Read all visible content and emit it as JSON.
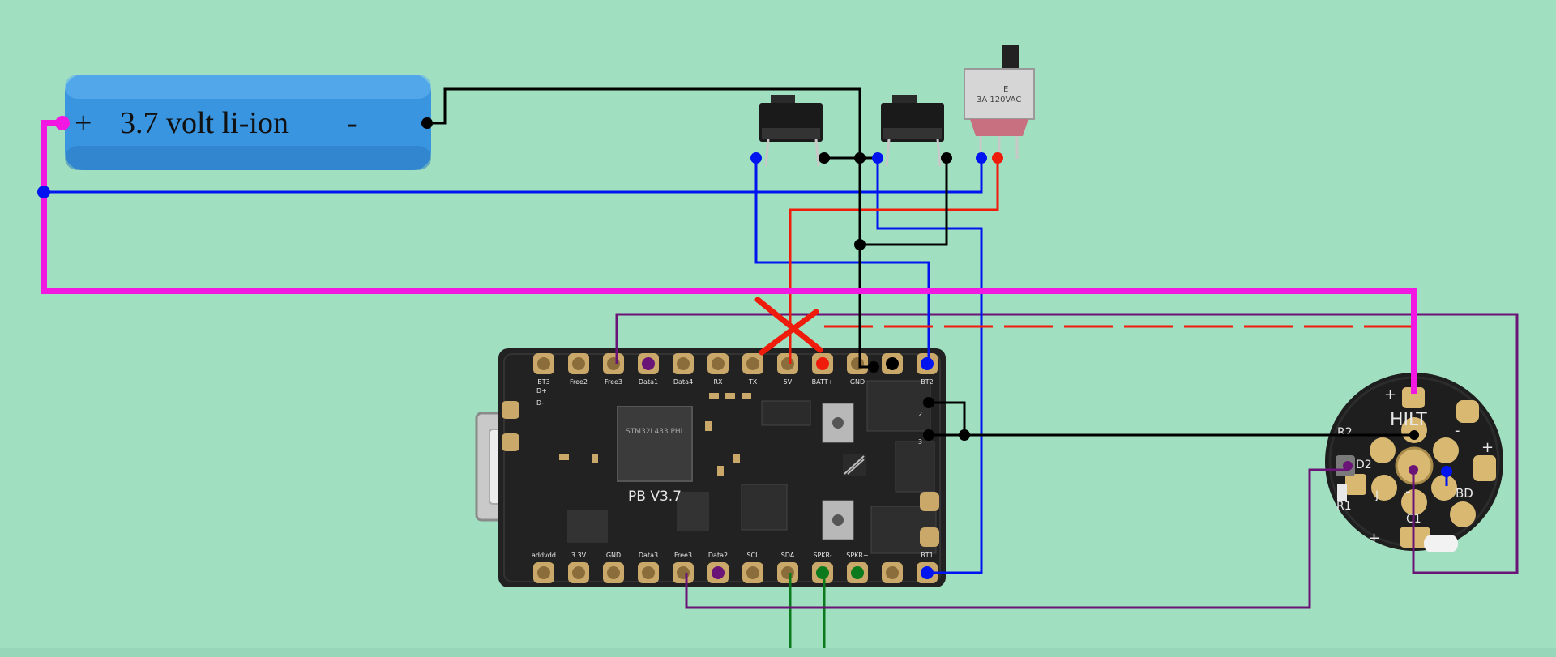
{
  "battery": {
    "plus": "+",
    "label": "3.7 volt li-ion",
    "minus": "-"
  },
  "slide_switch": {
    "marking_line1": "E",
    "marking_line2": "3A 120VAC"
  },
  "board": {
    "model": "PB V3.7",
    "top_pins": [
      "BT3",
      "Free2",
      "Free3",
      "Data1",
      "Data4",
      "RX",
      "TX",
      "5V",
      "BATT+",
      "GND",
      "",
      "BT2"
    ],
    "bottom_pins": [
      "addvdd",
      "3.3V",
      "GND",
      "Data3",
      "Free3",
      "Data2",
      "SCL",
      "SDA",
      "SPKR-",
      "SPKR+",
      "",
      "BT1"
    ],
    "left_pins": [
      "D+",
      "D-"
    ],
    "side_numbers": [
      "2",
      "3"
    ],
    "chip_text": "STM32L433 PHL"
  },
  "hilt": {
    "label": "HILT",
    "marks": [
      "+",
      "-",
      "+",
      "-",
      "+",
      "R2",
      "D2",
      "R1",
      "J",
      "C1",
      "BD"
    ]
  },
  "colors": {
    "background": "#a1dfc1",
    "wire_black": "#000000",
    "wire_blue": "#0014ef",
    "wire_red": "#ef1c0c",
    "wire_magenta": "#f218e2",
    "wire_purple": "#6a1478",
    "wire_green": "#0a7a1c",
    "battery_body": "#3a95e0",
    "pcb": "#222222",
    "pad_gold": "#c9a86a"
  }
}
